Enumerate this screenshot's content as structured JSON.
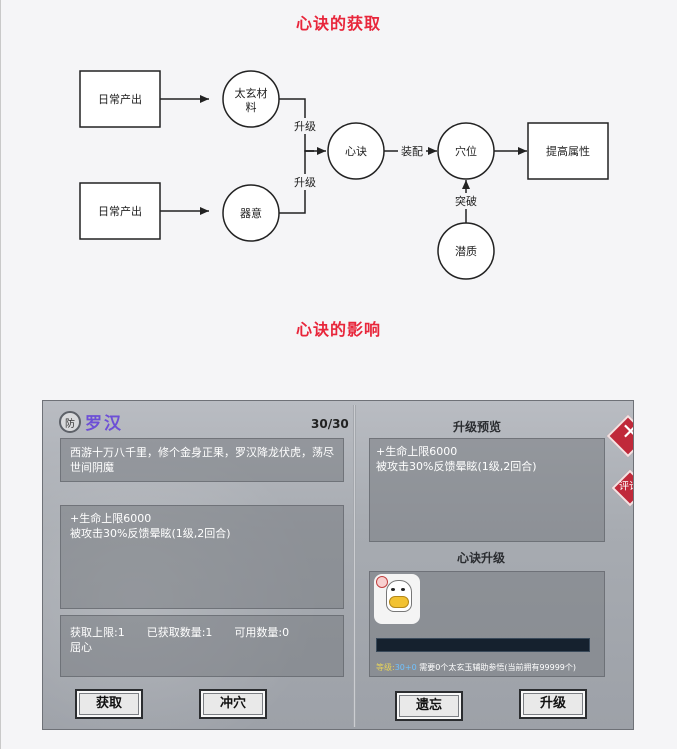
{
  "headings": {
    "acquire": "心诀的获取",
    "effect": "心诀的影响",
    "color": "#e8263b"
  },
  "diagram": {
    "source_top": "日常产出",
    "source_bottom": "日常产出",
    "material_top_line1": "太玄材",
    "material_top_line2": "料",
    "material_bottom": "器意",
    "edge_upgrade_top": "升级",
    "edge_upgrade_bottom": "升级",
    "mind": "心诀",
    "edge_equip": "装配",
    "acupoint": "穴位",
    "result": "提高属性",
    "edge_breakthrough": "突破",
    "potential": "潜质"
  },
  "game": {
    "emblem": "防",
    "title": "罗汉",
    "count": "30/30",
    "description": "西游十万八千里，修个金身正果，罗汉降龙伏虎，荡尽世间阴魔",
    "effect_line1": "+生命上限6000",
    "effect_line2": "被攻击30%反馈晕眩(1级,2回合)",
    "stats_line": "获取上限:1　　已获取数量:1　　可用数量:0",
    "stats_note": "屈心",
    "preview_title": "升级预览",
    "preview_line1": "+生命上限6000",
    "preview_line2": "被攻击30%反馈晕眩(1级,2回合)",
    "upgrade_title": "心诀升级",
    "level_label": "等级:",
    "level_value": "30+0",
    "level_note": "需要0个太玄玉辅助参悟(当前拥有99999个)",
    "btn_get": "获取",
    "btn_break": "冲穴",
    "btn_forget": "遗忘",
    "btn_upgrade": "升级",
    "close_glyph": "✕",
    "comment_label": "评论",
    "progress": 0,
    "accent_color": "#6d4fd6"
  }
}
